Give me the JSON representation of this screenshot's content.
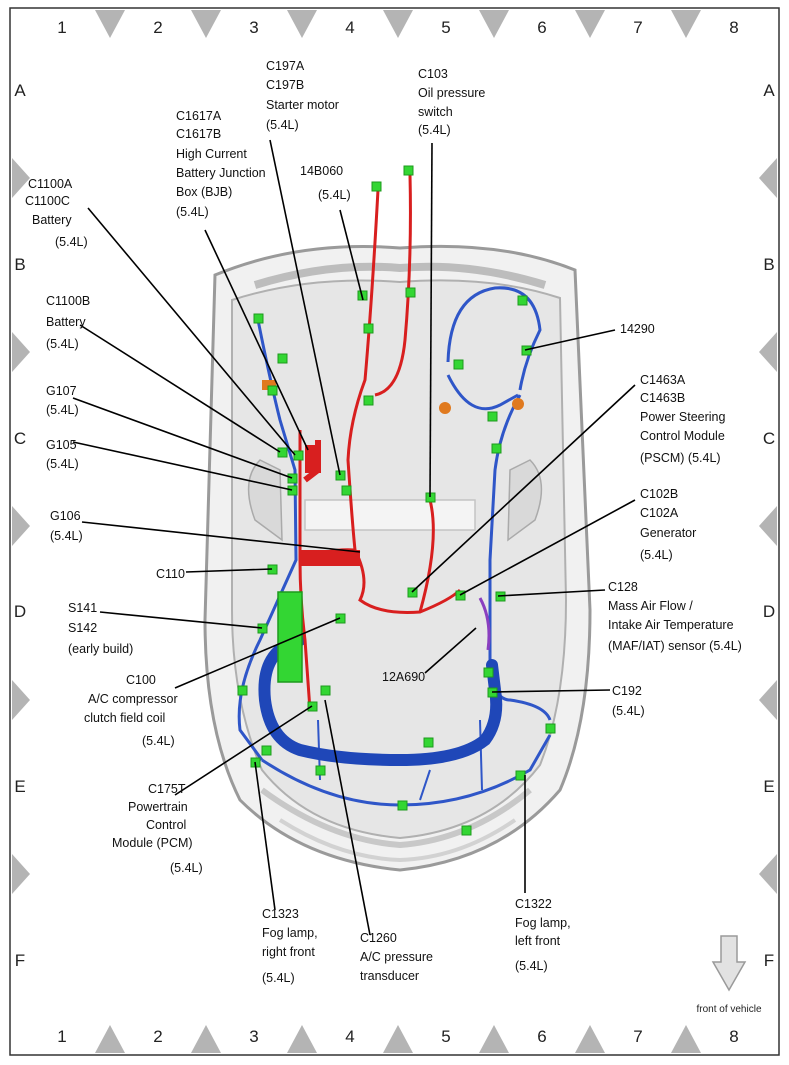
{
  "grid": {
    "columns": [
      "1",
      "2",
      "3",
      "4",
      "5",
      "6",
      "7",
      "8"
    ],
    "rows": [
      "A",
      "B",
      "C",
      "D",
      "E",
      "F"
    ]
  },
  "front_indicator": "front of vehicle",
  "colors": {
    "power_wire": "#d81f1f",
    "harness": "#2f56c8",
    "connector": "#33d633",
    "main_loom": "#1f47b8",
    "tick_marker": "#b4b4b4"
  },
  "labels": {
    "c1100a": [
      "C1100A",
      "C1100C",
      "Battery",
      "(5.4L)"
    ],
    "c1100b": [
      "C1100B",
      "Battery",
      "(5.4L)"
    ],
    "g107": [
      "G107",
      "(5.4L)"
    ],
    "g105": [
      "G105",
      "(5.4L)"
    ],
    "g106": [
      "G106",
      "(5.4L)"
    ],
    "c110": [
      "C110"
    ],
    "s141": [
      "S141",
      "S142",
      "(early build)"
    ],
    "c100": [
      "C100",
      "A/C compressor",
      "clutch field coil",
      "(5.4L)"
    ],
    "c175t": [
      "C175T",
      "Powertrain",
      "Control",
      "Module (PCM)",
      "(5.4L)"
    ],
    "c1323": [
      "C1323",
      "Fog lamp,",
      "right front",
      "(5.4L)"
    ],
    "c1260": [
      "C1260",
      "A/C pressure",
      "transducer"
    ],
    "c1617a": [
      "C1617A",
      "C1617B",
      "High Current",
      "Battery Junction",
      "Box (BJB)",
      "(5.4L)"
    ],
    "c197a": [
      "C197A",
      "C197B",
      "Starter motor",
      "(5.4L)"
    ],
    "b14b060": [
      "14B060",
      "(5.4L)"
    ],
    "c103": [
      "C103",
      "Oil pressure",
      "switch",
      "(5.4L)"
    ],
    "h14290": [
      "14290"
    ],
    "c1463a": [
      "C1463A",
      "C1463B",
      "Power Steering",
      "Control Module",
      "(PSCM) (5.4L)"
    ],
    "c102b": [
      "C102B",
      "C102A",
      "Generator",
      "(5.4L)"
    ],
    "c128": [
      "C128",
      "Mass Air Flow /",
      "Intake Air Temperature",
      "(MAF/IAT) sensor (5.4L)"
    ],
    "h12a690": [
      "12A690"
    ],
    "c192": [
      "C192",
      "(5.4L)"
    ],
    "c1322": [
      "C1322",
      "Fog lamp,",
      "left front",
      "(5.4L)"
    ]
  }
}
